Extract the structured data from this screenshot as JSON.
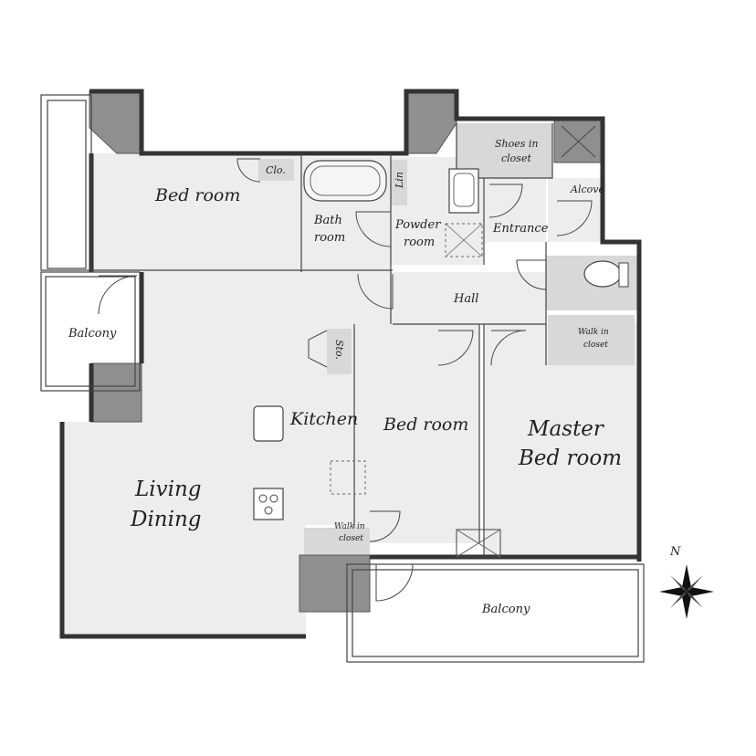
{
  "rooms": {
    "bed_room_1": "Bed room",
    "closet_small": "Clo.",
    "bath_line1": "Bath",
    "bath_line2": "room",
    "linen": "Lin",
    "powder_line1": "Powder",
    "powder_line2": "room",
    "shoes_line1": "Shoes in",
    "shoes_line2": "closet",
    "alcove": "Alcove",
    "entrance": "Entrance",
    "hall": "Hall",
    "balcony_west": "Balcony",
    "storage": "Sto.",
    "kitchen": "Kitchen",
    "bed_room_2": "Bed room",
    "master_line1": "Master",
    "master_line2": "Bed room",
    "living_line1": "Living",
    "living_line2": "Dining",
    "walkin_kitchen_line1": "Walk in",
    "walkin_kitchen_line2": "closet",
    "walkin_master_line1": "Walk in",
    "walkin_master_line2": "closet",
    "balcony_south": "Balcony"
  },
  "compass": {
    "north_label": "N"
  },
  "colors": {
    "floor_light": "#ededed",
    "floor_gray": "#d8d8d8",
    "column": "#8f8f8f",
    "wall": "#333333"
  }
}
